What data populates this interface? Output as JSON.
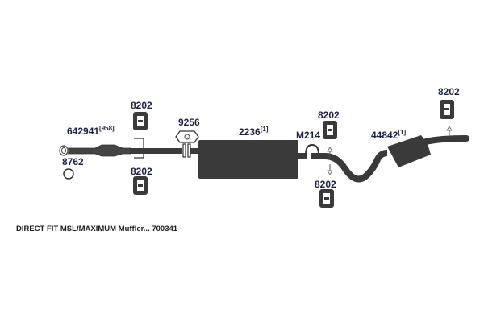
{
  "diagram": {
    "parts": [
      {
        "id": "cat_converter",
        "number": "642941",
        "ref": "[958]"
      },
      {
        "id": "gasket_ring",
        "number": "8762"
      },
      {
        "id": "hanger_upper_left",
        "number": "8202"
      },
      {
        "id": "hanger_lower_left",
        "number": "8202"
      },
      {
        "id": "flange_gasket",
        "number": "9256"
      },
      {
        "id": "muffler",
        "number": "2236",
        "ref": "[1]"
      },
      {
        "id": "clamp",
        "number": "M214"
      },
      {
        "id": "hanger_upper_mid",
        "number": "8202"
      },
      {
        "id": "hanger_lower_mid",
        "number": "8202"
      },
      {
        "id": "tail_resonator",
        "number": "44842",
        "ref": "[1]"
      },
      {
        "id": "hanger_tail",
        "number": "8202"
      }
    ],
    "footer": "DIRECT FIT MSL/MAXIMUM Muffler... 700341",
    "colors": {
      "part": "#3a3a3a",
      "label": "#1e2146",
      "outline": "#444444"
    }
  }
}
